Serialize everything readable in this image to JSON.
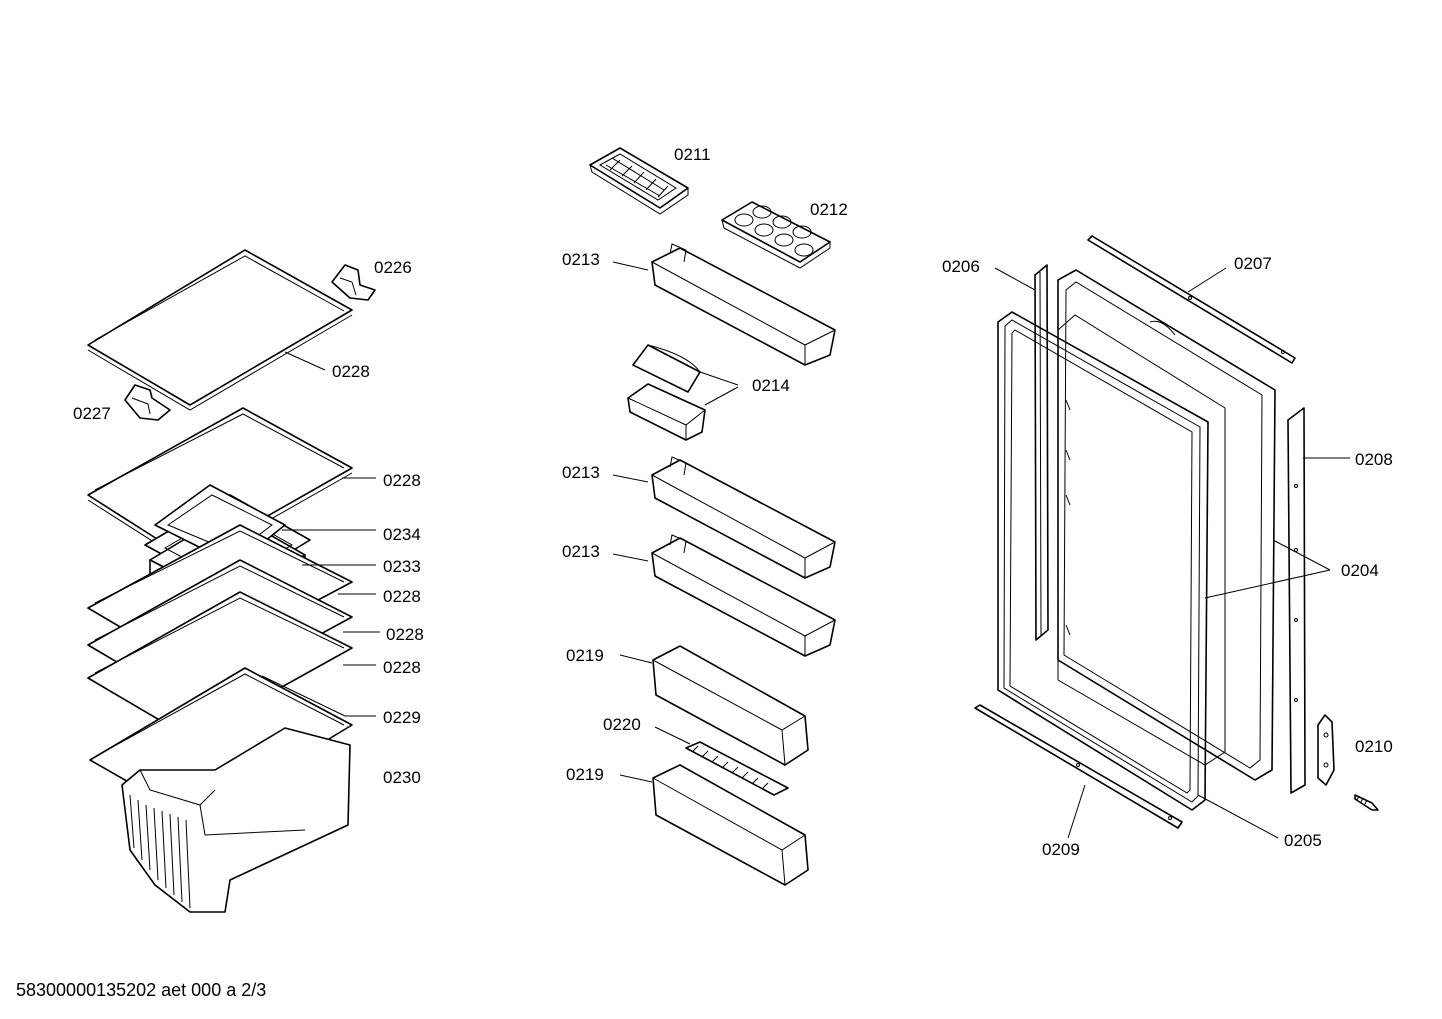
{
  "document_id": "58300000135202 aet 000 a 2/3",
  "labels": {
    "l0226": "0226",
    "l0228a": "0228",
    "l0227": "0227",
    "l0228b": "0228",
    "l0234": "0234",
    "l0233": "0233",
    "l0228c": "0228",
    "l0228d": "0228",
    "l0228e": "0228",
    "l0229": "0229",
    "l0230": "0230",
    "l0211": "0211",
    "l0212": "0212",
    "l0213a": "0213",
    "l0214": "0214",
    "l0213b": "0213",
    "l0213c": "0213",
    "l0219a": "0219",
    "l0220": "0220",
    "l0219b": "0219",
    "l0206": "0206",
    "l0207": "0207",
    "l0208": "0208",
    "l0204": "0204",
    "l0210": "0210",
    "l0209": "0209",
    "l0205": "0205"
  }
}
